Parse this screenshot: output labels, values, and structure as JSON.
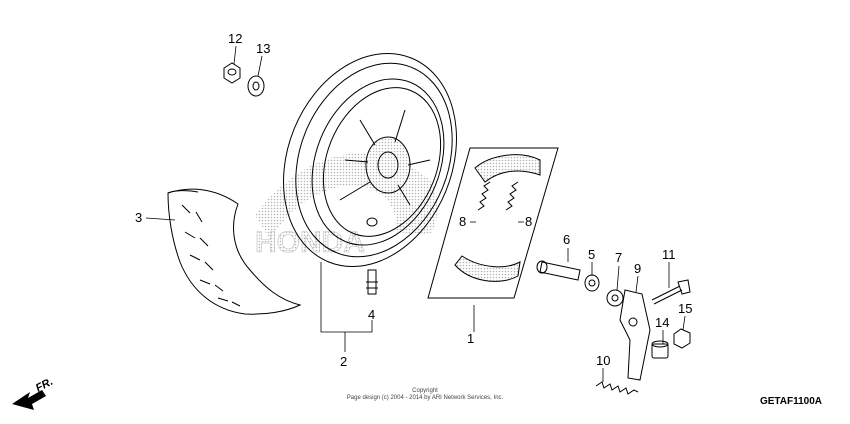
{
  "diagram": {
    "callouts": [
      "1",
      "2",
      "3",
      "4",
      "5",
      "6",
      "7",
      "8",
      "8",
      "9",
      "10",
      "11",
      "12",
      "13",
      "14",
      "15"
    ],
    "direction_label": "FR.",
    "watermark_text": "HONDA",
    "copyright_line1": "Copyright",
    "copyright_line2": "Page design (c) 2004 - 2014 by ARI Network Services, Inc.",
    "diagram_code": "GETAF1100A"
  }
}
